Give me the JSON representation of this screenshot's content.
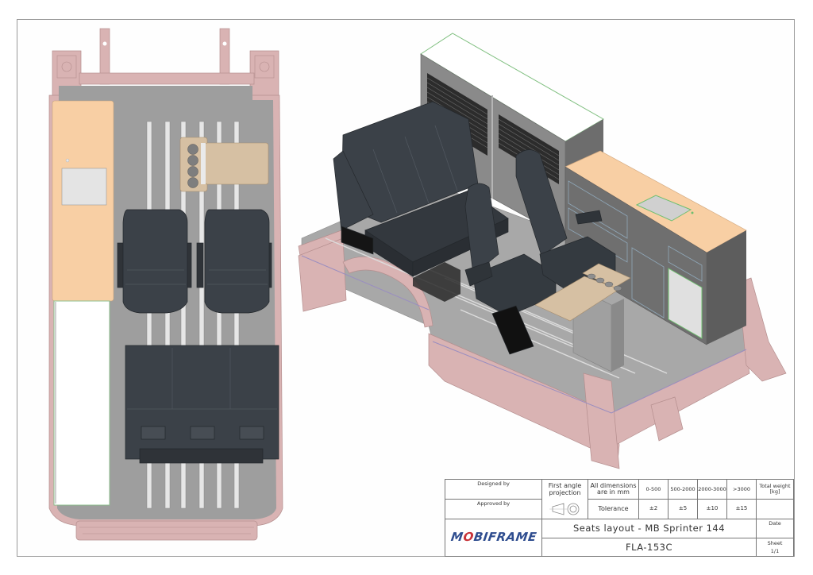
{
  "drawing": {
    "views": [
      {
        "name": "top-view",
        "description": "Plan view of van floor with seats, cabinets and swivel table"
      },
      {
        "name": "isometric-view",
        "description": "3D isometric view of seat layout, cabinets and kitchen unit"
      }
    ],
    "colors": {
      "body_frame": "#d9b3b3",
      "floor": "#9e9e9e",
      "seat": "#3b4148",
      "countertop": "#f8cfa4",
      "table": "#d6c0a3",
      "cabinet": "#6c6c6c",
      "cabinet_top": "#ffffff"
    }
  },
  "title_block": {
    "designed_by_label": "Designed by",
    "designed_by_value": "",
    "approved_by_label": "Approved by",
    "approved_by_value": "",
    "projection_label": "First angle projection",
    "projection_icon": "first-angle-projection-icon",
    "dimensions_note": "All dimensions are in mm",
    "tolerance_label": "Tolerance",
    "ranges": [
      "0-500",
      "500-2000",
      "2000-3000",
      ">3000"
    ],
    "tolerances": [
      "±2",
      "±5",
      "±10",
      "±15"
    ],
    "total_weight_label": "Total weight [kg]",
    "total_weight_value": "",
    "logo_prefix": "M",
    "logo_o": "O",
    "logo_suffix": "BIFRAME",
    "title": "Seats layout - MB Sprinter 144",
    "drawing_number": "FLA-153C",
    "date_label": "Date",
    "date_value": "",
    "sheet_label": "Sheet",
    "sheet_value": "1/1"
  }
}
